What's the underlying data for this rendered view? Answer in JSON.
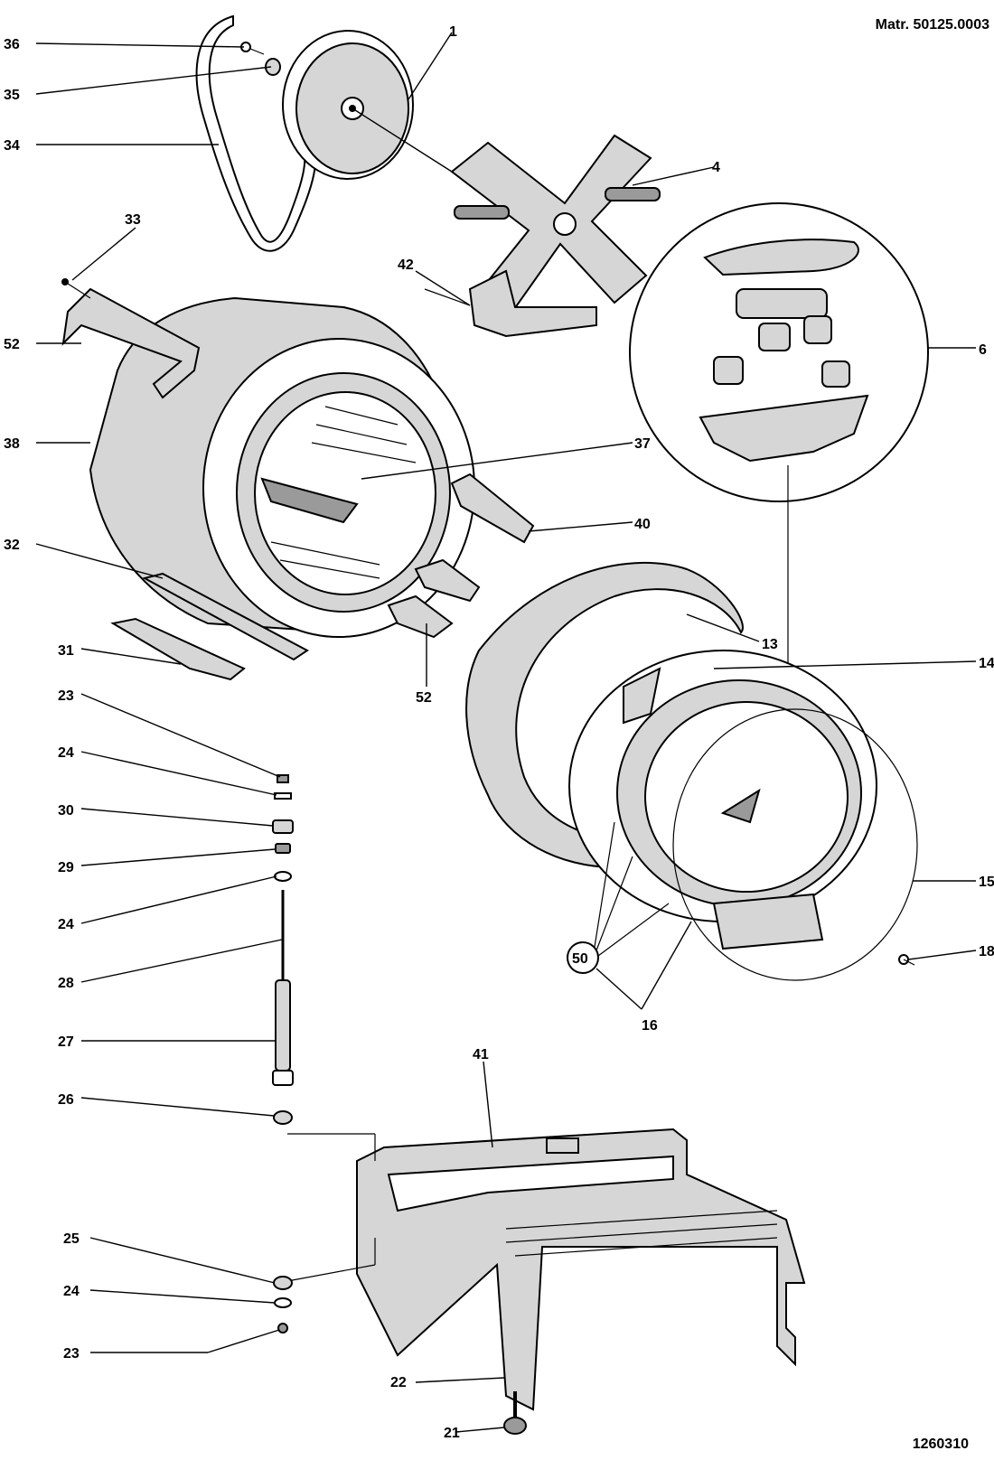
{
  "header": {
    "matr": "Matr. 50125.0003",
    "drawing_no": "1260310"
  },
  "labels": {
    "l36": "36",
    "l35": "35",
    "l34": "34",
    "l1": "1",
    "l4": "4",
    "l33": "33",
    "l42": "42",
    "l52a": "52",
    "l6": "6",
    "l38": "38",
    "l37": "37",
    "l40": "40",
    "l32": "32",
    "l31": "31",
    "l52b": "52",
    "l13": "13",
    "l14": "14",
    "l23a": "23",
    "l24a": "24",
    "l30": "30",
    "l29": "29",
    "l24b": "24",
    "l28": "28",
    "l15": "15",
    "l50": "50",
    "l18": "18",
    "l16": "16",
    "l27": "27",
    "l26": "26",
    "l41": "41",
    "l25": "25",
    "l24c": "24",
    "l23b": "23",
    "l22": "22",
    "l21": "21"
  }
}
